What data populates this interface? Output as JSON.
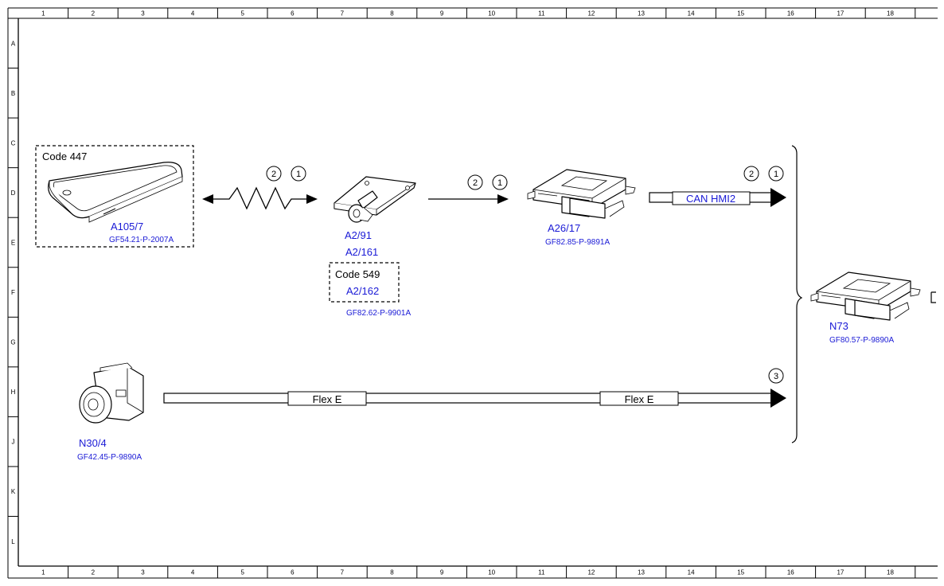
{
  "grid": {
    "columns": [
      "1",
      "2",
      "3",
      "4",
      "5",
      "6",
      "7",
      "8",
      "9",
      "10",
      "11",
      "12",
      "13",
      "14",
      "15",
      "16",
      "17",
      "18"
    ],
    "rows": [
      "A",
      "B",
      "C",
      "D",
      "E",
      "F",
      "G",
      "H",
      "J",
      "K",
      "L"
    ]
  },
  "components": {
    "tablet": {
      "option_code": "Code 447",
      "ref": "A105/7",
      "doc": "GF54.21-P-2007A"
    },
    "antenna": {
      "ref1": "A2/91",
      "ref2": "A2/161",
      "option_code": "Code 549",
      "ref3": "A2/162",
      "doc": "GF82.62-P-9901A"
    },
    "module": {
      "ref": "A26/17",
      "doc": "GF82.85-P-9891A"
    },
    "control_unit": {
      "ref": "N73",
      "doc": "GF80.57-P-9890A"
    },
    "camera": {
      "ref": "N30/4",
      "doc": "GF42.45-P-9890A"
    }
  },
  "buses": {
    "can_hmi2": "CAN HMI2",
    "flex_e_1": "Flex E",
    "flex_e_2": "Flex E"
  },
  "markers": {
    "wireless": [
      "2",
      "1"
    ],
    "antenna_link": [
      "2",
      "1"
    ],
    "can_link": [
      "2",
      "1"
    ],
    "flex_link": [
      "3"
    ]
  },
  "colors": {
    "reference_text": "#1a1ad6",
    "lines": "#000000"
  }
}
